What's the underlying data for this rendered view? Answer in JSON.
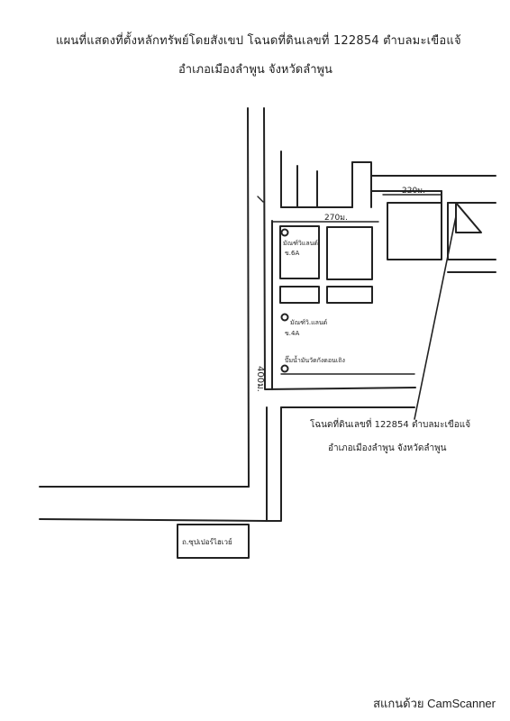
{
  "title": {
    "line1": "แผนที่แสดงที่ตั้งหลักทรัพย์โดยสังเขป โฉนดที่ดินเลขที่ 122854 ตำบลมะเขือแจ้",
    "line2": "อำเภอเมืองลำพูน จังหวัดลำพูน"
  },
  "labels": {
    "dist_220": "220ม.",
    "dist_270": "270ม.",
    "dist_400": "400ม.",
    "landmark_1_name": "มัณฑ์วิแลนด์",
    "landmark_1_code": "ข.6A",
    "landmark_2_name": "มัณฑ์วิ.แลนด์",
    "landmark_2_code": "ข.4A",
    "landmark_3": "ปั๊มน้ำมันวัดกังดอนเถิง",
    "parcel_note_line1": "โฉนดที่ดินเลขที่ 122854 ตำบลมะเขือแจ้",
    "parcel_note_line2": "อำเภอเมืองลำพูน จังหวัดลำพูน",
    "main_road": "ถ.ซุปเปอร์ไฮเวย์"
  },
  "footer": {
    "scanner_text": "สแกนด้วย CamScanner"
  },
  "colors": {
    "ink": "#222222",
    "paper": "#ffffff"
  }
}
